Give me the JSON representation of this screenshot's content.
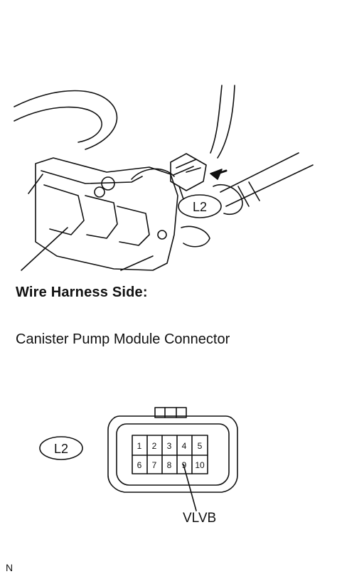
{
  "diagram": {
    "heading": "Wire Harness Side:",
    "subheading": "Canister Pump Module Connector",
    "connector_id_top": "L2",
    "connector_id_front": "L2",
    "pin_label": "VLVB",
    "footer_code": "N",
    "pins_top_row": [
      "1",
      "2",
      "3",
      "4",
      "5"
    ],
    "pins_bottom_row": [
      "6",
      "7",
      "8",
      "9",
      "10"
    ]
  }
}
